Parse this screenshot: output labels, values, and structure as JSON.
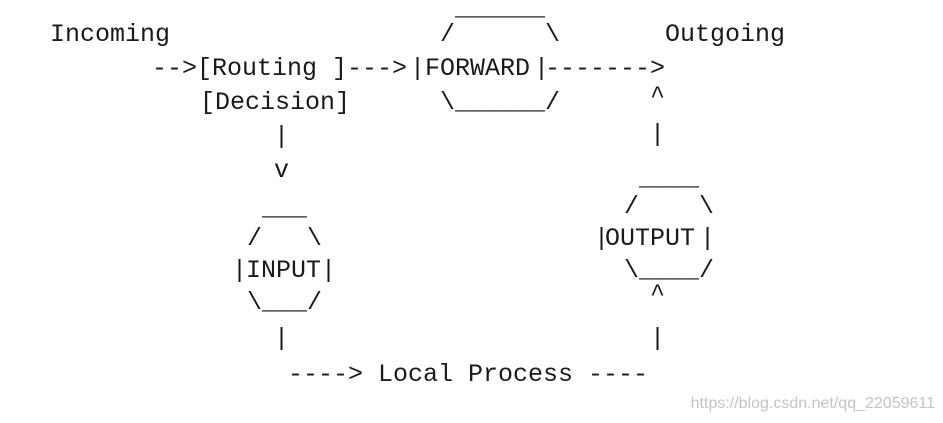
{
  "diagram": {
    "label_incoming": "Incoming",
    "label_outgoing": "Outgoing",
    "row_routing": "-->[Routing ]--->",
    "label_forward": "FORWARD",
    "arrow_to_outgoing": "------->",
    "row_decision": "[Decision]",
    "label_output": "OUTPUT",
    "label_input": "INPUT",
    "row_local_process": "----> Local Process ----"
  },
  "watermark": "https://blog.csdn.net/qq_22059611"
}
